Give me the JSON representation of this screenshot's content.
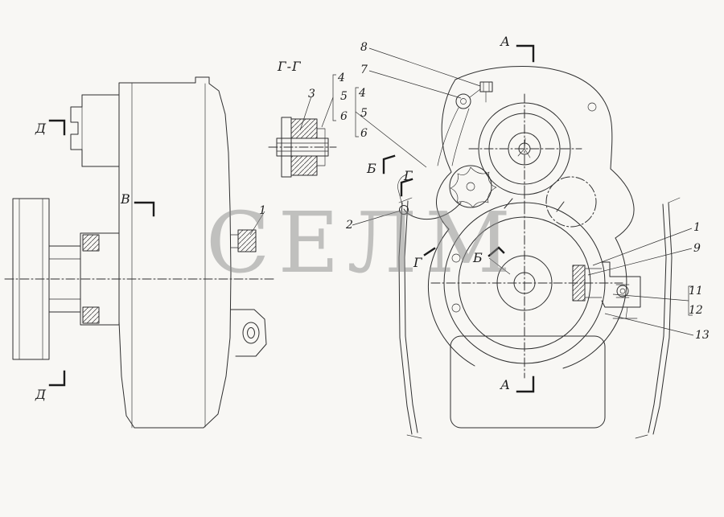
{
  "watermark": {
    "text": "СЕЛМ"
  },
  "labels": [
    {
      "text": "Д",
      "kind": "section"
    },
    {
      "text": "Д",
      "kind": "section"
    },
    {
      "text": "В",
      "kind": "section"
    },
    {
      "text": "Г-Г",
      "kind": "detail-title"
    },
    {
      "text": "3",
      "kind": "part"
    },
    {
      "text": "4",
      "kind": "part"
    },
    {
      "text": "5",
      "kind": "part"
    },
    {
      "text": "6",
      "kind": "part"
    },
    {
      "text": "8",
      "kind": "part"
    },
    {
      "text": "7",
      "kind": "part"
    },
    {
      "text": "4",
      "kind": "part"
    },
    {
      "text": "5",
      "kind": "part"
    },
    {
      "text": "6",
      "kind": "part"
    },
    {
      "text": "Б",
      "kind": "section"
    },
    {
      "text": "Г",
      "kind": "section"
    },
    {
      "text": "2",
      "kind": "part"
    },
    {
      "text": "1",
      "kind": "part"
    },
    {
      "text": "А",
      "kind": "section"
    },
    {
      "text": "А",
      "kind": "section"
    },
    {
      "text": "Б",
      "kind": "section"
    },
    {
      "text": "Г",
      "kind": "section"
    },
    {
      "text": "1",
      "kind": "part"
    },
    {
      "text": "9",
      "kind": "part"
    },
    {
      "text": "11",
      "kind": "part"
    },
    {
      "text": "12",
      "kind": "part"
    },
    {
      "text": "13",
      "kind": "part"
    }
  ]
}
